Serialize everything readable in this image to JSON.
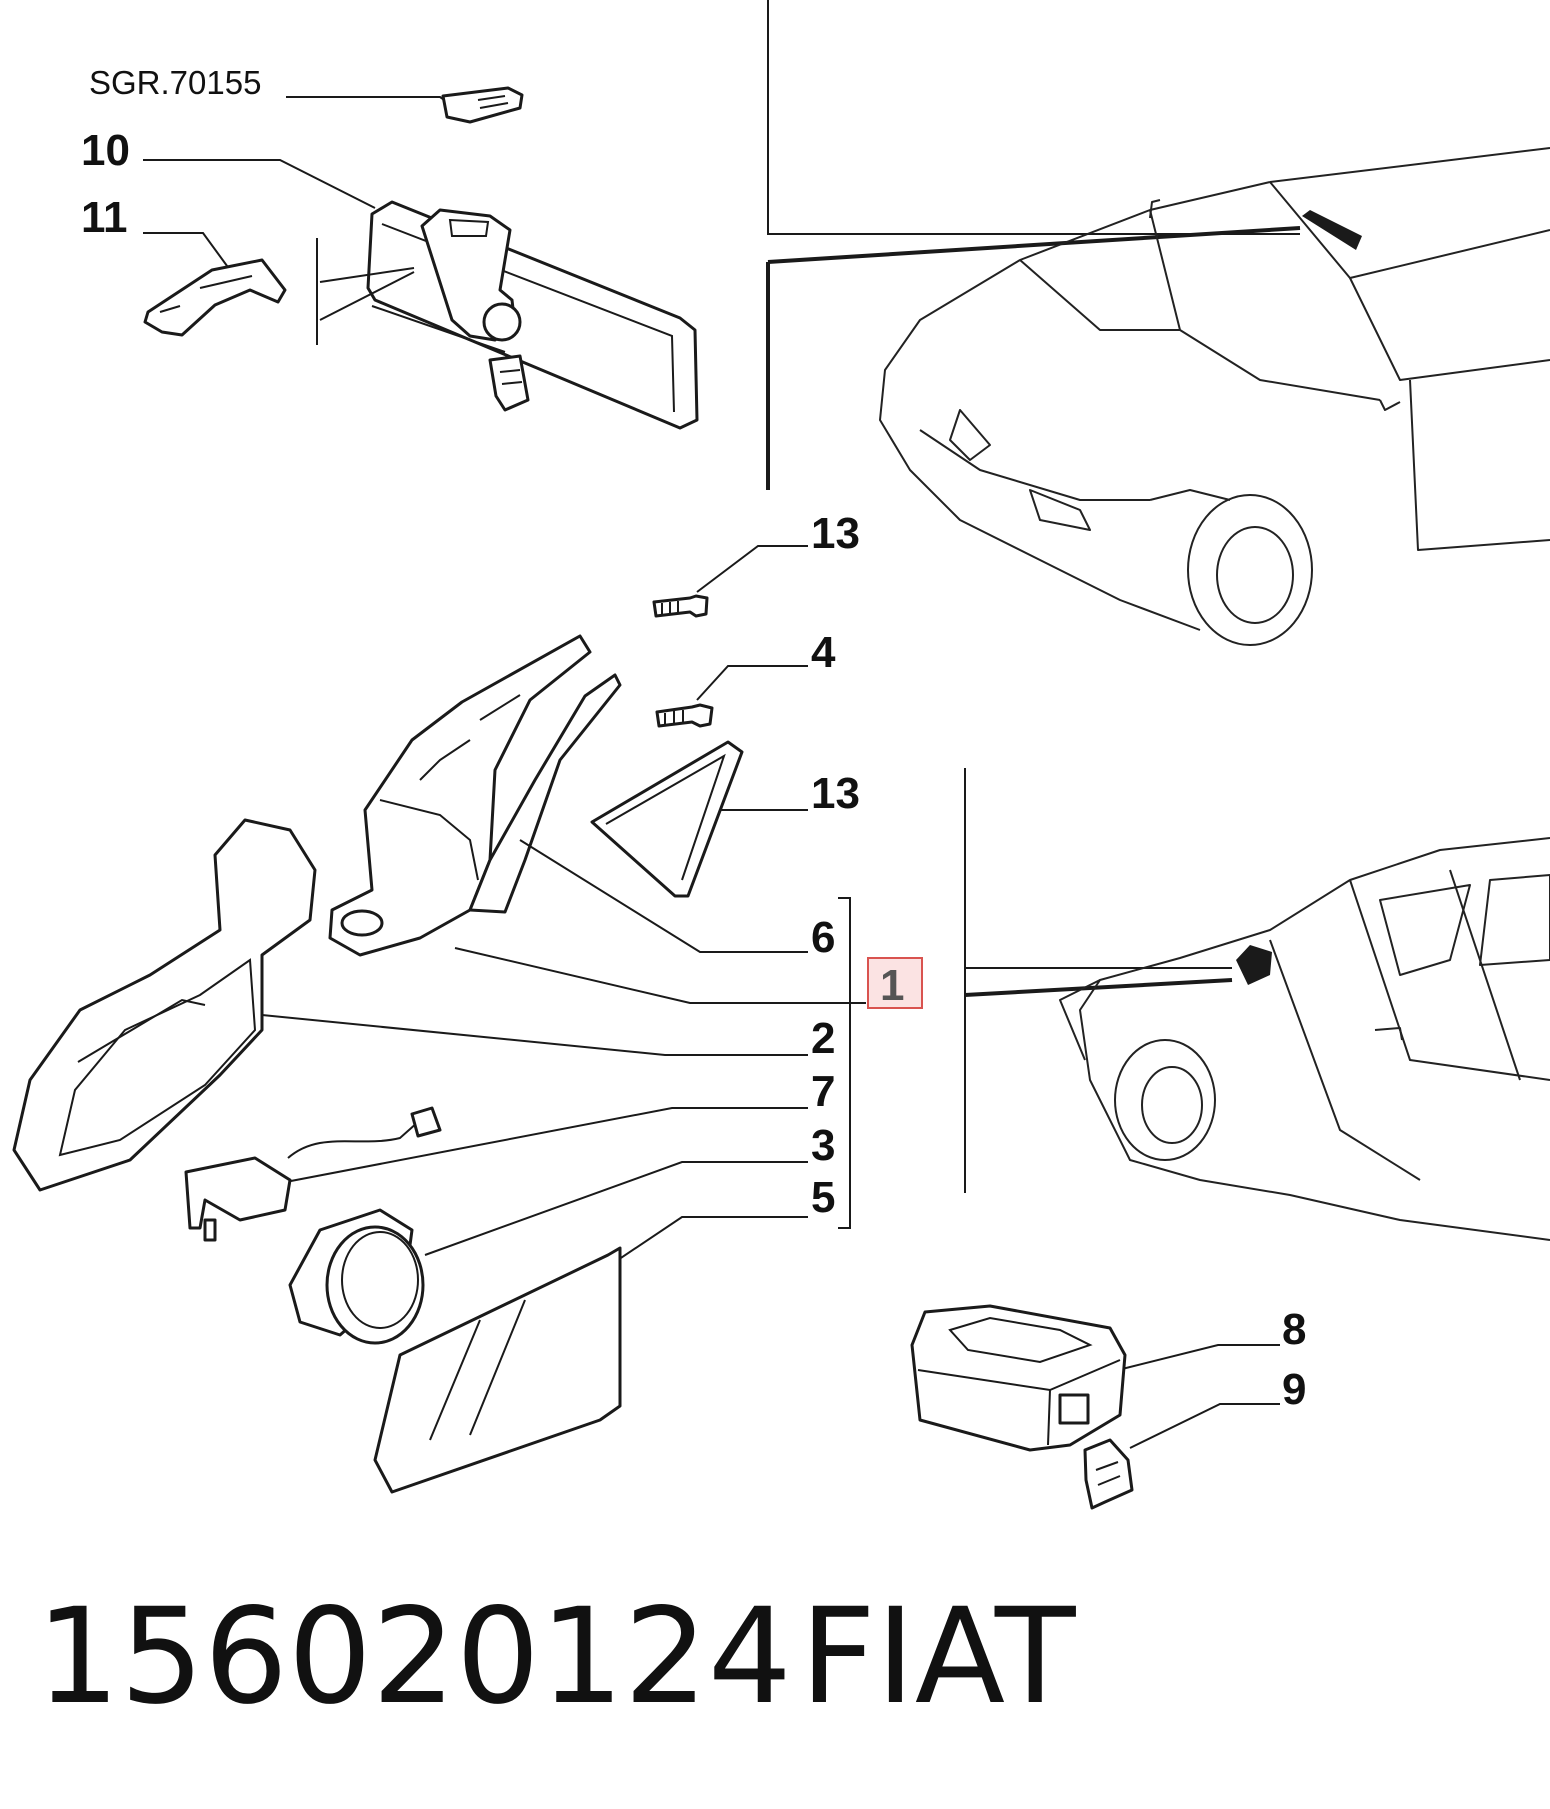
{
  "reference": "SGR.70155",
  "callouts": {
    "c10": "10",
    "c11": "11",
    "c13a": "13",
    "c4": "4",
    "c13b": "13",
    "c6": "6",
    "c1": "1",
    "c2": "2",
    "c7": "7",
    "c3": "3",
    "c5": "5",
    "c8": "8",
    "c9": "9"
  },
  "footer": {
    "part_number": "156020124",
    "brand": "FIAT"
  },
  "colors": {
    "highlight_border": "#d9534f",
    "highlight_fill": "#fbe3e3"
  },
  "icons": {
    "car_top": "car-front-view-icon",
    "car_side": "car-side-view-icon"
  }
}
